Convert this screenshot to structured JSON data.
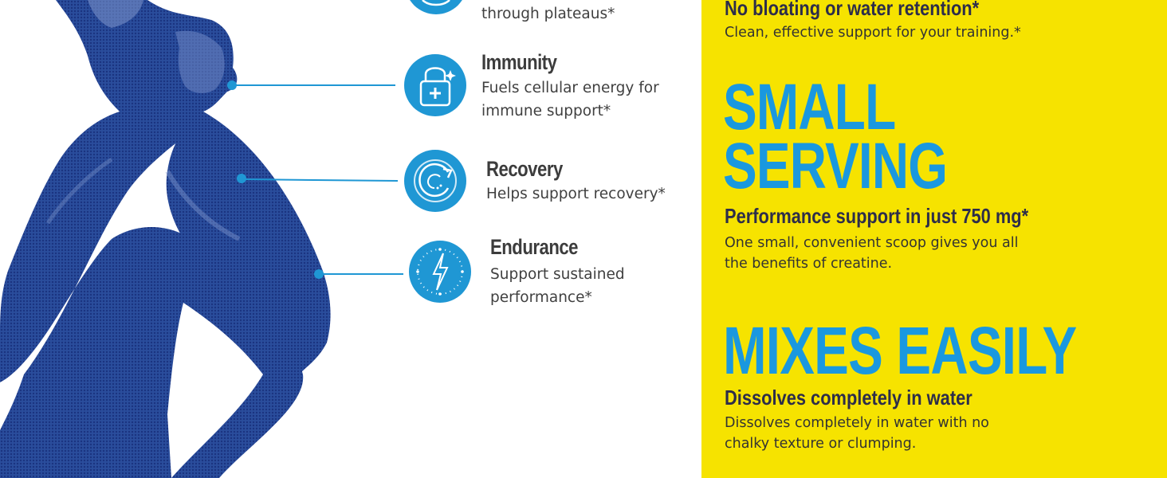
{
  "benefits": [
    {
      "name": "",
      "description": "through plateaus*",
      "icon": "strength-icon"
    },
    {
      "name": "Immunity",
      "description": "Fuels cellular energy for immune support*",
      "icon": "padlock-plus-icon"
    },
    {
      "name": "Recovery",
      "description": "Helps support recovery*",
      "icon": "recovery-arrow-icon"
    },
    {
      "name": "Endurance",
      "description": "Support sustained performance*",
      "icon": "lightning-bolt-icon"
    }
  ],
  "features": {
    "top": {
      "subtitle": "No bloating or water retention*",
      "body": "Clean, effective support for your training.*"
    },
    "small_serving": {
      "headline_line1": "SMALL",
      "headline_line2": "SERVING",
      "subtitle": "Performance support in just 750 mg*",
      "body": "One small, convenient scoop gives you all the benefits of creatine."
    },
    "mixes_easily": {
      "headline": "MIXES EASILY",
      "subtitle": "Dissolves completely in water",
      "body": "Dissolves completely in water with no chalky texture or clumping."
    }
  },
  "colors": {
    "accent_blue": "#1f97d4",
    "headline_blue": "#1a98df",
    "panel_yellow": "#f6e300",
    "athlete_navy": "#1e3f8f"
  }
}
